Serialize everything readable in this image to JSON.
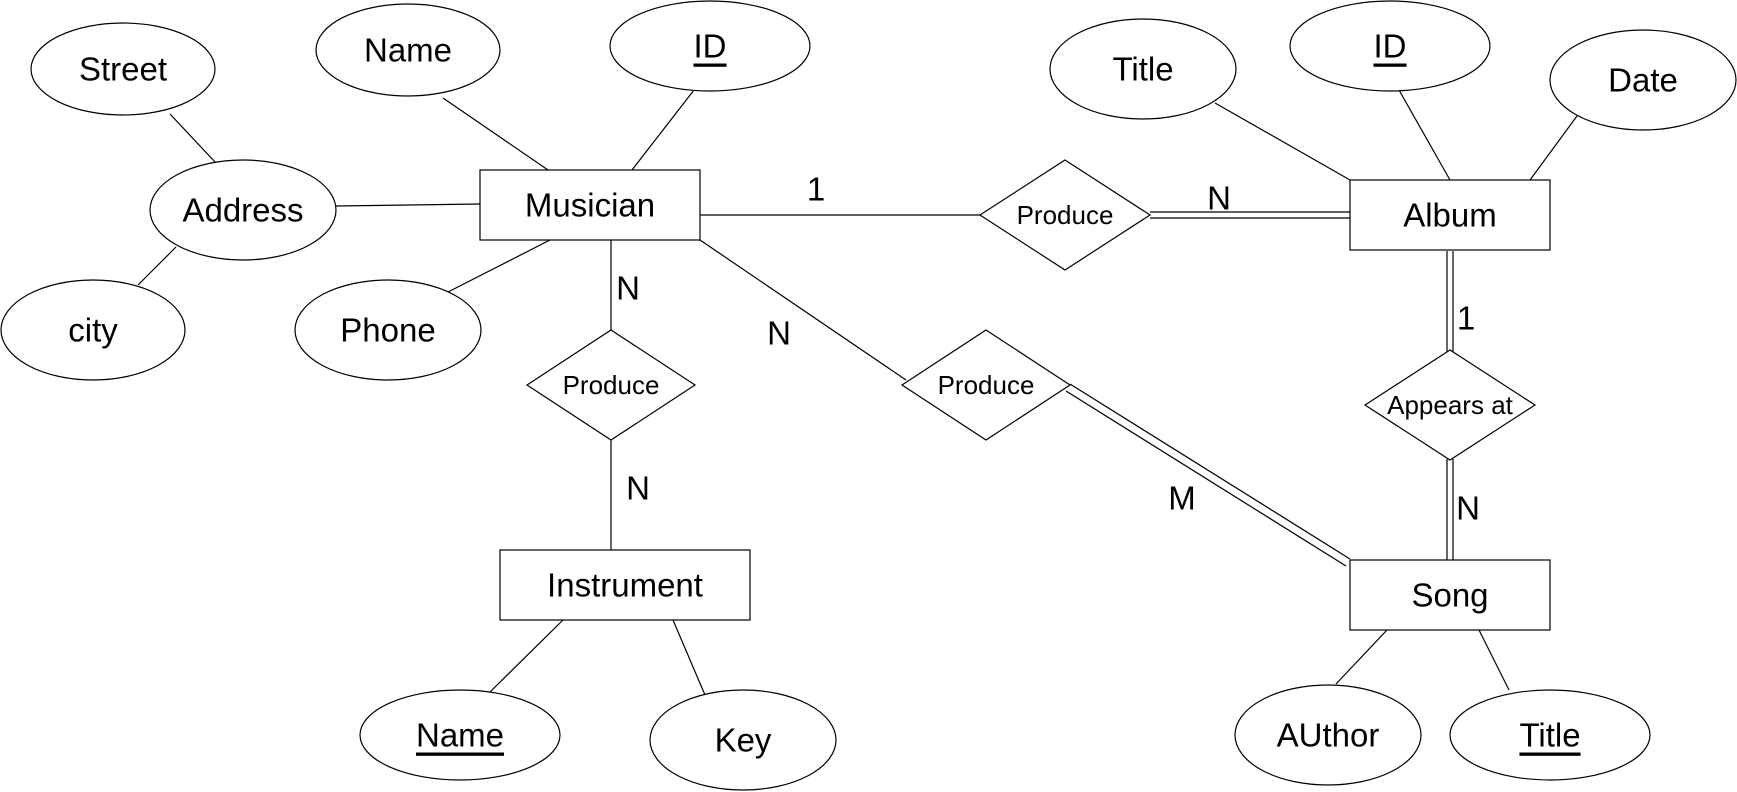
{
  "entities": {
    "musician": "Musician",
    "album": "Album",
    "instrument": "Instrument",
    "song": "Song"
  },
  "relationships": {
    "musician_album": "Produce",
    "musician_instrument": "Produce",
    "musician_song": "Produce",
    "album_song": "Appears at"
  },
  "attributes": {
    "street": "Street",
    "musician_name": "Name",
    "musician_id": "ID",
    "address": "Address",
    "city": "city",
    "phone": "Phone",
    "album_title": "Title",
    "album_id": "ID",
    "album_date": "Date",
    "instrument_name": "Name",
    "instrument_key": "Key",
    "song_author": "AUthor",
    "song_title": "Title"
  },
  "cardinalities": {
    "musician_album_musician_side": "1",
    "musician_album_album_side": "N",
    "musician_instrument_musician_side": "N",
    "musician_instrument_instrument_side": "N",
    "musician_song_musician_side": "N",
    "musician_song_song_side": "M",
    "album_song_album_side": "1",
    "album_song_song_side": "N"
  }
}
